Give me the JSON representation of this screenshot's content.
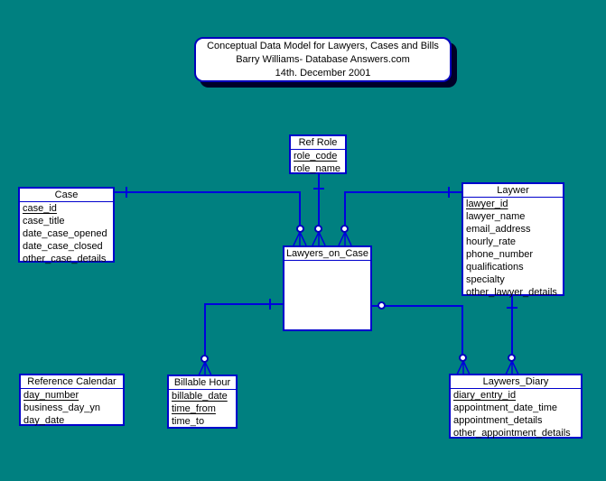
{
  "colors": {
    "background": "#008080",
    "line": "#0000dd",
    "box_border": "#0000cc",
    "box_background": "#ffffff",
    "text": "#000000",
    "title_shadow": "#000028"
  },
  "title_box": {
    "line1": "Conceptual Data Model for Lawyers, Cases and Bills",
    "line2": "Barry Williams- Database Answers.com",
    "line3": "14th. December 2001"
  },
  "entities": {
    "case": {
      "title": "Case",
      "fields": [
        {
          "name": "case_id",
          "pk": true
        },
        {
          "name": "case_title",
          "pk": false
        },
        {
          "name": "date_case_opened",
          "pk": false
        },
        {
          "name": "date_case_closed",
          "pk": false
        },
        {
          "name": "other_case_details",
          "pk": false
        }
      ]
    },
    "ref_role": {
      "title": "Ref Role",
      "fields": [
        {
          "name": "role_code",
          "pk": true
        },
        {
          "name": "role_name",
          "pk": false
        }
      ]
    },
    "laywer": {
      "title": "Laywer",
      "fields": [
        {
          "name": "lawyer_id",
          "pk": true
        },
        {
          "name": "lawyer_name",
          "pk": false
        },
        {
          "name": "email_address",
          "pk": false
        },
        {
          "name": "hourly_rate",
          "pk": false
        },
        {
          "name": "phone_number",
          "pk": false
        },
        {
          "name": "qualifications",
          "pk": false
        },
        {
          "name": "specialty",
          "pk": false
        },
        {
          "name": "other_lawyer_details",
          "pk": false
        }
      ]
    },
    "lawyers_on_case": {
      "title": "Lawyers_on_Case",
      "fields": []
    },
    "reference_calendar": {
      "title": "Reference Calendar",
      "fields": [
        {
          "name": "day_number",
          "pk": true
        },
        {
          "name": "business_day_yn",
          "pk": false
        },
        {
          "name": "day_date",
          "pk": false
        }
      ]
    },
    "billable_hour": {
      "title": "Billable Hour",
      "fields": [
        {
          "name": "billable_date",
          "pk": true
        },
        {
          "name": "time_from",
          "pk": true
        },
        {
          "name": "time_to",
          "pk": false
        }
      ]
    },
    "laywers_diary": {
      "title": "Laywers_Diary",
      "fields": [
        {
          "name": "diary_entry_id",
          "pk": true
        },
        {
          "name": "appointment_date_time",
          "pk": false
        },
        {
          "name": "appointment_details",
          "pk": false
        },
        {
          "name": "other_appointment_details",
          "pk": false
        }
      ]
    }
  },
  "relationships": [
    {
      "from": "Case",
      "to": "Lawyers_on_Case",
      "from_cardinality": "one",
      "to_cardinality": "zero-or-many"
    },
    {
      "from": "Ref Role",
      "to": "Lawyers_on_Case",
      "from_cardinality": "one",
      "to_cardinality": "zero-or-many"
    },
    {
      "from": "Laywer",
      "to": "Lawyers_on_Case",
      "from_cardinality": "one",
      "to_cardinality": "zero-or-many"
    },
    {
      "from": "Lawyers_on_Case",
      "to": "Billable Hour",
      "from_cardinality": "one",
      "to_cardinality": "zero-or-many"
    },
    {
      "from": "Lawyers_on_Case",
      "to": "Laywers_Diary",
      "from_cardinality": "zero-or-one",
      "to_cardinality": "zero-or-many"
    },
    {
      "from": "Laywer",
      "to": "Laywers_Diary",
      "from_cardinality": "one",
      "to_cardinality": "zero-or-many"
    }
  ]
}
